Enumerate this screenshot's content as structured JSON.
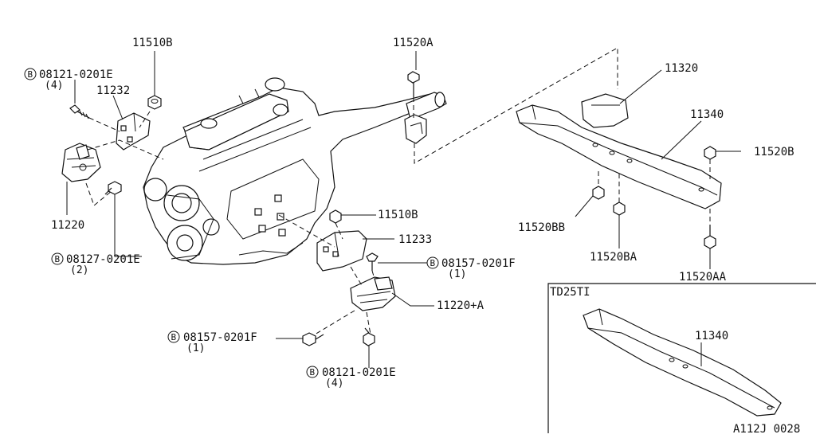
{
  "labels": {
    "p11510b_top": "11510B",
    "p11520a": "11520A",
    "p11320": "11320",
    "p11340_main": "11340",
    "p11520b": "11520B",
    "b08121_left": "08121-0201E",
    "b08121_left_qty": "(4)",
    "p11232": "11232",
    "p11220": "11220",
    "b08127": "08127-0201E",
    "b08127_qty": "(2)",
    "p11510b_mid": "11510B",
    "p11233": "11233",
    "b08157_right": "08157-0201F",
    "b08157_right_qty": "(1)",
    "p11220a": "11220+A",
    "b08157_bottom": "08157-0201F",
    "b08157_bottom_qty": "(1)",
    "b08121_bottom": "08121-0201E",
    "b08121_bottom_qty": "(4)",
    "p11520bb": "11520BB",
    "p11520ba": "11520BA",
    "p11520aa": "11520AA",
    "inset_title": "TD25TI",
    "p11340_inset": "11340",
    "diagram_id": "A112J 0028",
    "bolt_marker": "B"
  }
}
